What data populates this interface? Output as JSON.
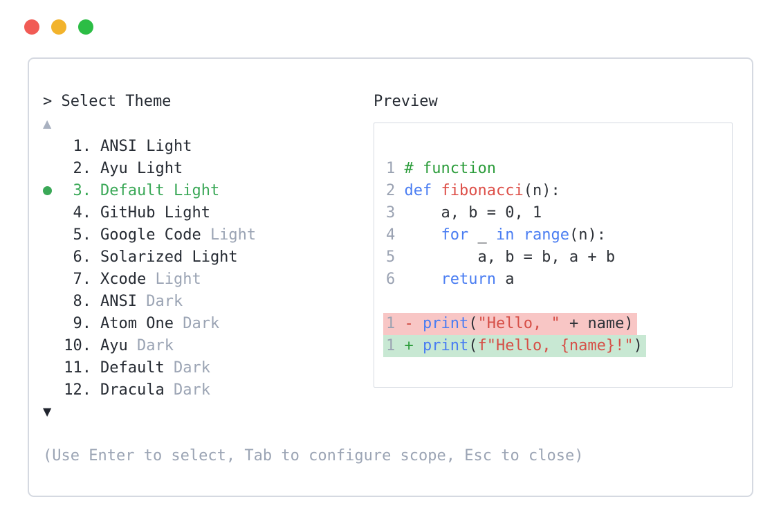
{
  "window": {
    "traffic_lights": [
      {
        "name": "close",
        "color": "#f15b55"
      },
      {
        "name": "minimize",
        "color": "#f2b32c"
      },
      {
        "name": "zoom",
        "color": "#2cbd45"
      }
    ]
  },
  "picker": {
    "prompt": "> Select Theme",
    "scroll_up_indicator": "▲",
    "scroll_down_indicator": "▼",
    "items": [
      {
        "number": "1.",
        "name": "ANSI Light",
        "muted": "",
        "selected": false
      },
      {
        "number": "2.",
        "name": "Ayu Light",
        "muted": "",
        "selected": false
      },
      {
        "number": "3.",
        "name": "Default Light",
        "muted": "",
        "selected": true
      },
      {
        "number": "4.",
        "name": "GitHub Light",
        "muted": "",
        "selected": false
      },
      {
        "number": "5.",
        "name": "Google Code",
        "muted": "Light",
        "selected": false
      },
      {
        "number": "6.",
        "name": "Solarized Light",
        "muted": "",
        "selected": false
      },
      {
        "number": "7.",
        "name": "Xcode",
        "muted": "Light",
        "selected": false
      },
      {
        "number": "8.",
        "name": "ANSI",
        "muted": "Dark",
        "selected": false
      },
      {
        "number": "9.",
        "name": "Atom One",
        "muted": "Dark",
        "selected": false
      },
      {
        "number": "10.",
        "name": "Ayu",
        "muted": "Dark",
        "selected": false
      },
      {
        "number": "11.",
        "name": "Default",
        "muted": "Dark",
        "selected": false
      },
      {
        "number": "12.",
        "name": "Dracula",
        "muted": "Dark",
        "selected": false
      }
    ],
    "hint": "(Use Enter to select, Tab to configure scope, Esc to close)"
  },
  "preview": {
    "title": "Preview",
    "code_lines": [
      {
        "diff": "",
        "tokens": [
          {
            "text": "1 ",
            "color": "line_number"
          },
          {
            "text": "# function",
            "color": "comment_green"
          }
        ]
      },
      {
        "diff": "",
        "tokens": [
          {
            "text": "2 ",
            "color": "line_number"
          },
          {
            "text": "def",
            "color": "keyword_blue"
          },
          {
            "text": " ",
            "color": "code_text"
          },
          {
            "text": "fibonacci",
            "color": "function_red"
          },
          {
            "text": "(n):",
            "color": "code_text"
          }
        ]
      },
      {
        "diff": "",
        "tokens": [
          {
            "text": "3 ",
            "color": "line_number"
          },
          {
            "text": "    a, b = 0, 1",
            "color": "code_text"
          }
        ]
      },
      {
        "diff": "",
        "tokens": [
          {
            "text": "4 ",
            "color": "line_number"
          },
          {
            "text": "    ",
            "color": "code_text"
          },
          {
            "text": "for",
            "color": "keyword_blue"
          },
          {
            "text": " _ ",
            "color": "code_text"
          },
          {
            "text": "in",
            "color": "keyword_blue"
          },
          {
            "text": " ",
            "color": "code_text"
          },
          {
            "text": "range",
            "color": "keyword_blue"
          },
          {
            "text": "(n):",
            "color": "code_text"
          }
        ]
      },
      {
        "diff": "",
        "tokens": [
          {
            "text": "5 ",
            "color": "line_number"
          },
          {
            "text": "        a, b = b, a + b",
            "color": "code_text"
          }
        ]
      },
      {
        "diff": "",
        "tokens": [
          {
            "text": "6 ",
            "color": "line_number"
          },
          {
            "text": "    ",
            "color": "code_text"
          },
          {
            "text": "return",
            "color": "keyword_blue"
          },
          {
            "text": " a",
            "color": "code_text"
          }
        ]
      },
      {
        "diff": "",
        "tokens": []
      },
      {
        "diff": "removed",
        "tokens": [
          {
            "text": "1 ",
            "color": "line_number"
          },
          {
            "text": "- ",
            "color": "diff_minus"
          },
          {
            "text": "print",
            "color": "keyword_blue"
          },
          {
            "text": "(",
            "color": "code_text"
          },
          {
            "text": "\"Hello, \"",
            "color": "string_red"
          },
          {
            "text": " + name)",
            "color": "code_text"
          }
        ]
      },
      {
        "diff": "added",
        "tokens": [
          {
            "text": "1 ",
            "color": "line_number"
          },
          {
            "text": "+ ",
            "color": "diff_plus"
          },
          {
            "text": "print",
            "color": "keyword_blue"
          },
          {
            "text": "(",
            "color": "code_text"
          },
          {
            "text": "f\"Hello, {name}!\"",
            "color": "string_red"
          },
          {
            "text": ")",
            "color": "code_text"
          }
        ]
      }
    ]
  },
  "colors": {
    "text_dark": "#262b33",
    "text_muted": "#9ba4b4",
    "border": "#d5d9e1",
    "selection_green": "#3aa857",
    "keyword_blue": "#4a7df2",
    "function_red": "#dd4f48",
    "string_red": "#d64f47",
    "comment_green": "#2b9c3a",
    "code_text": "#2e3238",
    "line_number": "#9aa2b2",
    "diff_minus": "#cf4a42",
    "diff_plus": "#2b9c3a",
    "diff_removed_bg": "#f8c6c5",
    "diff_added_bg": "#c8e8d3",
    "traffic_red": "#f15b55",
    "traffic_yellow": "#f2b32c",
    "traffic_green": "#2cbd45",
    "scroll_up_gray": "#a9b1c0",
    "scroll_down_dark": "#20242e"
  }
}
